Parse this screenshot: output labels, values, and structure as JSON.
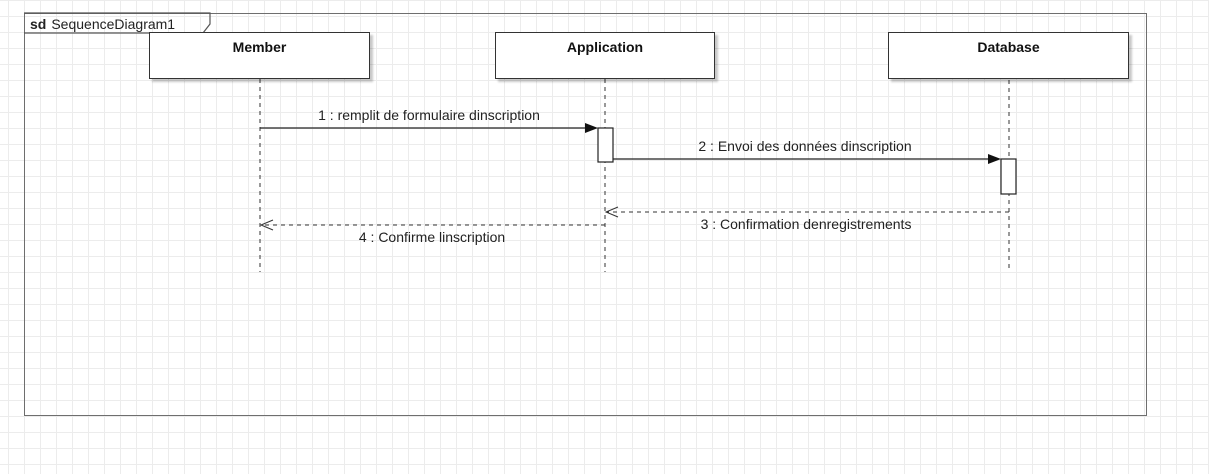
{
  "frame": {
    "keyword": "sd",
    "name": "SequenceDiagram1"
  },
  "lifelines": [
    {
      "name": "Member"
    },
    {
      "name": "Application"
    },
    {
      "name": "Database"
    }
  ],
  "messages": [
    {
      "label": "1 : remplit de formulaire dinscription",
      "from": "Member",
      "to": "Application",
      "kind": "synchronous"
    },
    {
      "label": "2 : Envoi des données dinscription",
      "from": "Application",
      "to": "Database",
      "kind": "synchronous"
    },
    {
      "label": "3 : Confirmation denregistrements",
      "from": "Database",
      "to": "Application",
      "kind": "reply"
    },
    {
      "label": "4 : Confirme linscription",
      "from": "Application",
      "to": "Member",
      "kind": "reply"
    }
  ]
}
